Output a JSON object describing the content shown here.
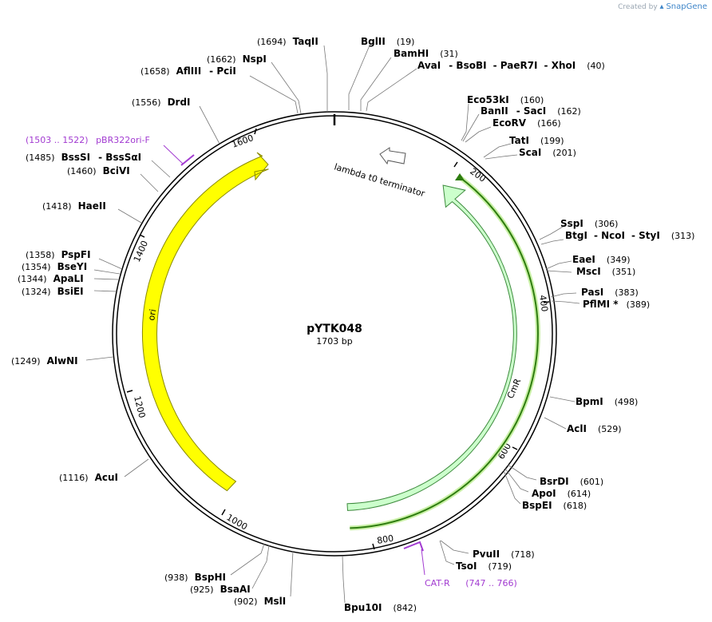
{
  "branding": {
    "prefix": "Created by",
    "product": "SnapGene"
  },
  "plasmid": {
    "name": "pYTK048",
    "length_label": "1703 bp"
  },
  "sites": [
    {
      "name": "TaqII",
      "pos": "(1694)"
    },
    {
      "name": "BglII",
      "pos": "(19)"
    },
    {
      "name": "BamHI",
      "pos": "(31)"
    },
    {
      "name": "AvaI",
      "pos": "(40)",
      "extra": [
        "BsoBI",
        "PaeR7I",
        "XhoI"
      ]
    },
    {
      "name": "NspI",
      "pos": "(1662)"
    },
    {
      "name": "AflIII",
      "pos": "(1658)",
      "extra": [
        "PciI"
      ]
    },
    {
      "name": "DrdI",
      "pos": "(1556)"
    },
    {
      "name": "Eco53kI",
      "pos": "(160)"
    },
    {
      "name": "BanII",
      "pos": "(162)",
      "extra": [
        "SacI"
      ]
    },
    {
      "name": "EcoRV",
      "pos": "(166)"
    },
    {
      "name": "TatI",
      "pos": "(199)"
    },
    {
      "name": "ScaI",
      "pos": "(201)"
    },
    {
      "name": "BssSI",
      "pos": "(1485)",
      "extra": [
        "BssSαI"
      ]
    },
    {
      "name": "BciVI",
      "pos": "(1460)"
    },
    {
      "name": "HaeII",
      "pos": "(1418)"
    },
    {
      "name": "SspI",
      "pos": "(306)"
    },
    {
      "name": "BtgI",
      "pos": "(313)",
      "extra": [
        "NcoI",
        "StyI"
      ]
    },
    {
      "name": "PspFI",
      "pos": "(1358)"
    },
    {
      "name": "BseYI",
      "pos": "(1354)"
    },
    {
      "name": "ApaLI",
      "pos": "(1344)"
    },
    {
      "name": "BsiEI",
      "pos": "(1324)"
    },
    {
      "name": "EaeI",
      "pos": "(349)"
    },
    {
      "name": "MscI",
      "pos": "(351)"
    },
    {
      "name": "PasI",
      "pos": "(383)"
    },
    {
      "name": "PflMI *",
      "pos": "(389)"
    },
    {
      "name": "AlwNI",
      "pos": "(1249)"
    },
    {
      "name": "BpmI",
      "pos": "(498)"
    },
    {
      "name": "AclI",
      "pos": "(529)"
    },
    {
      "name": "AcuI",
      "pos": "(1116)"
    },
    {
      "name": "BsrDI",
      "pos": "(601)"
    },
    {
      "name": "ApoI",
      "pos": "(614)"
    },
    {
      "name": "BspEI",
      "pos": "(618)"
    },
    {
      "name": "PvuII",
      "pos": "(718)"
    },
    {
      "name": "TsoI",
      "pos": "(719)"
    },
    {
      "name": "BspHI",
      "pos": "(938)"
    },
    {
      "name": "BsaAI",
      "pos": "(925)"
    },
    {
      "name": "MslI",
      "pos": "(902)"
    },
    {
      "name": "Bpu10I",
      "pos": "(842)"
    }
  ],
  "primers": [
    {
      "name": "pBR322ori-F",
      "range": "(1503 .. 1522)"
    },
    {
      "name": "CAT-R",
      "range": "(747 .. 766)"
    }
  ],
  "features": [
    {
      "name": "ori",
      "color": "#ffff00",
      "stroke": "#8a8a00"
    },
    {
      "name": "CmR",
      "color": "#ccffcc",
      "stroke": "#3d8a3d"
    },
    {
      "name": "lambda t0 terminator",
      "color": "#ffffff",
      "stroke": "#555555"
    }
  ],
  "ticks": [
    "200",
    "400",
    "600",
    "800",
    "1000",
    "1200",
    "1400",
    "1600"
  ],
  "colors": {
    "primer": "#a23bd1",
    "orf": "#2e7d0f",
    "orf_highlight": "#c9f0a6"
  }
}
